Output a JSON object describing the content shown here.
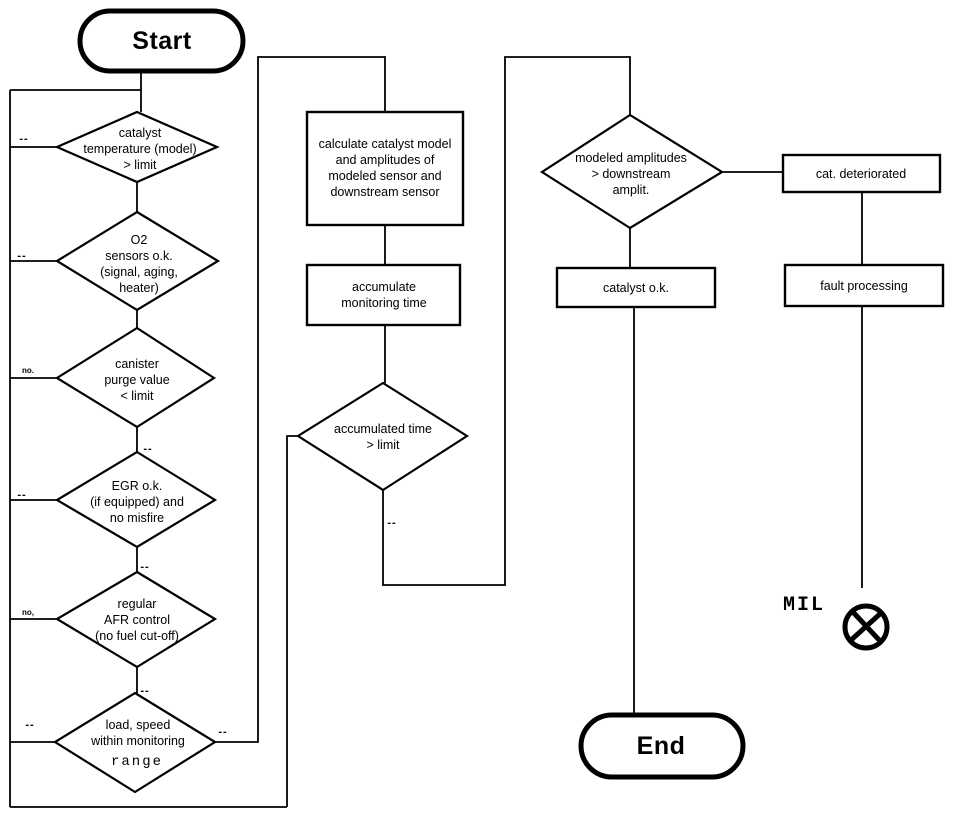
{
  "flowchart": {
    "colors": {
      "line": "#000000",
      "background": "#ffffff"
    },
    "start": {
      "label": "Start"
    },
    "end": {
      "label": "End"
    },
    "decisions": [
      {
        "id": "d1",
        "label": "catalyst\ntemperature (model)\n> limit"
      },
      {
        "id": "d2",
        "label": "O2\nsensors o.k.\n(signal, aging,\nheater)"
      },
      {
        "id": "d3",
        "label": "canister\npurge value\n< limit"
      },
      {
        "id": "d4",
        "label": "EGR o.k.\n(if equipped) and\nno misfire"
      },
      {
        "id": "d5",
        "label": "regular\nAFR control\n(no fuel cut-off)"
      },
      {
        "id": "d6",
        "label": "load, speed\nwithin monitoring",
        "label_alt": "range"
      },
      {
        "id": "d7",
        "label": "accumulated time\n> limit"
      },
      {
        "id": "d8",
        "label": "modeled amplitudes\n> downstream\namplit."
      }
    ],
    "processes": [
      {
        "id": "p1",
        "label": "calculate catalyst model\nand amplitudes of\nmodeled sensor and\ndownstream sensor"
      },
      {
        "id": "p2",
        "label": "accumulate\nmonitoring time"
      },
      {
        "id": "p3",
        "label": "cat. deteriorated"
      },
      {
        "id": "p4",
        "label": "catalyst o.k."
      },
      {
        "id": "p5",
        "label": "fault processing"
      }
    ],
    "mil": {
      "label": "MIL",
      "icon": "mil-lamp-icon"
    },
    "edge_marks": {
      "d1_no": "--",
      "d2_no": "--",
      "d3_no": "no.",
      "d4_no": "--",
      "d5_no": "no,",
      "d6_no": "--",
      "d6_yes": "--",
      "d4_in": "--",
      "d5_in": "--",
      "d6_in": "--",
      "d7_yes": "--"
    }
  }
}
